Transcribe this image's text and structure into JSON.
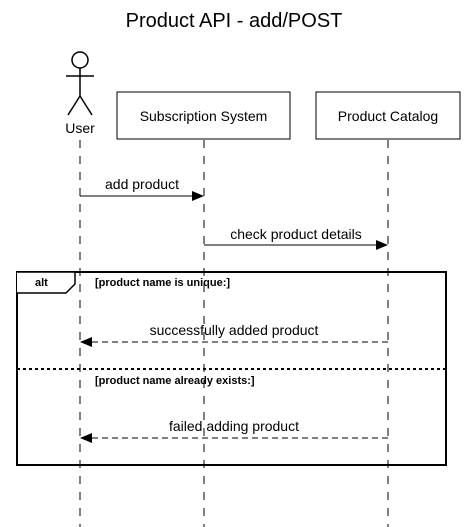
{
  "diagram": {
    "title": "Product API - add/POST",
    "participants": [
      {
        "id": "user",
        "label": "User",
        "kind": "actor"
      },
      {
        "id": "subscription",
        "label": "Subscription System",
        "kind": "box"
      },
      {
        "id": "catalog",
        "label": "Product Catalog",
        "kind": "box"
      }
    ],
    "messages": [
      {
        "from": "user",
        "to": "subscription",
        "label": "add product",
        "style": "solid"
      },
      {
        "from": "subscription",
        "to": "catalog",
        "label": "check product details",
        "style": "solid"
      },
      {
        "from": "catalog",
        "to": "user",
        "label": "successfully added product",
        "style": "dashed"
      },
      {
        "from": "catalog",
        "to": "user",
        "label": "failed adding product",
        "style": "dashed"
      }
    ],
    "alt": {
      "tag": "alt",
      "conditions": [
        "[product name is unique:]",
        "[product name already exists:]"
      ]
    }
  }
}
